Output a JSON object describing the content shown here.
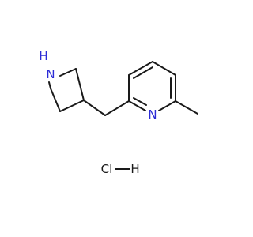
{
  "molecule": {
    "atoms": {
      "pyrrolidine_nh": "N",
      "pyrrolidine_h": "H",
      "pyridine_n": "N",
      "salt_cl": "Cl",
      "salt_h": "H"
    }
  },
  "colors": {
    "bond": "#1a1a1a",
    "nitrogen": "#2b2bd6"
  }
}
